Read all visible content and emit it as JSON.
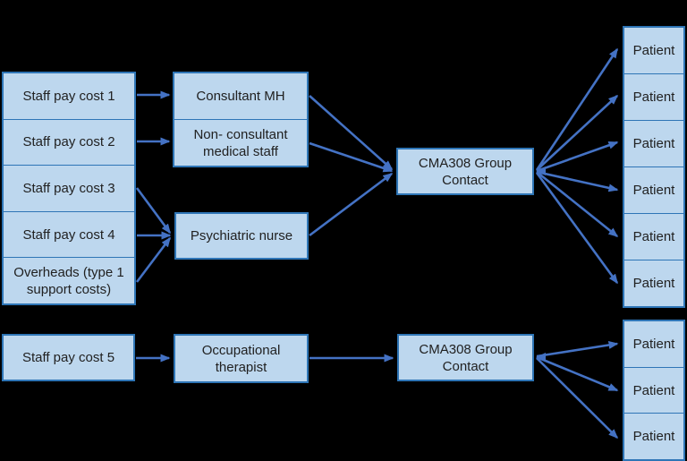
{
  "colors": {
    "background": "#000000",
    "node_fill": "#BDD7EE",
    "node_border": "#2E75B6",
    "arrow": "#4472C4",
    "text": "#212121"
  },
  "nodes": {
    "staff_costs": [
      "Staff pay cost 1",
      "Staff pay cost 2",
      "Staff pay cost 3",
      "Staff pay cost 4",
      "Overheads (type 1 support costs)"
    ],
    "staff_cost_5": "Staff pay cost 5",
    "roles": {
      "consultant": "Consultant MH",
      "non_consultant": "Non- consultant medical staff",
      "psych_nurse": "Psychiatric nurse",
      "occupational": "Occupational therapist"
    },
    "contact_top": "CMA308 Group Contact",
    "contact_bottom": "CMA308 Group Contact",
    "patients_top": [
      "Patient",
      "Patient",
      "Patient",
      "Patient",
      "Patient",
      "Patient"
    ],
    "patients_bottom": [
      "Patient",
      "Patient",
      "Patient"
    ]
  },
  "edges": [
    {
      "from": "Staff pay cost 1",
      "to": "Consultant MH"
    },
    {
      "from": "Staff pay cost 2",
      "to": "Non- consultant medical staff"
    },
    {
      "from": "Staff pay cost 3",
      "to": "Psychiatric nurse"
    },
    {
      "from": "Staff pay cost 4",
      "to": "Psychiatric nurse"
    },
    {
      "from": "Overheads (type 1 support costs)",
      "to": "Psychiatric nurse"
    },
    {
      "from": "Consultant MH",
      "to": "CMA308 Group Contact (top)"
    },
    {
      "from": "Non- consultant medical staff",
      "to": "CMA308 Group Contact (top)"
    },
    {
      "from": "Psychiatric nurse",
      "to": "CMA308 Group Contact (top)"
    },
    {
      "from": "CMA308 Group Contact (top)",
      "to": "Patient (top 1)"
    },
    {
      "from": "CMA308 Group Contact (top)",
      "to": "Patient (top 2)"
    },
    {
      "from": "CMA308 Group Contact (top)",
      "to": "Patient (top 3)"
    },
    {
      "from": "CMA308 Group Contact (top)",
      "to": "Patient (top 4)"
    },
    {
      "from": "CMA308 Group Contact (top)",
      "to": "Patient (top 5)"
    },
    {
      "from": "CMA308 Group Contact (top)",
      "to": "Patient (top 6)"
    },
    {
      "from": "Staff pay cost 5",
      "to": "Occupational therapist"
    },
    {
      "from": "Occupational therapist",
      "to": "CMA308 Group Contact (bottom)"
    },
    {
      "from": "CMA308 Group Contact (bottom)",
      "to": "Patient (bottom 1)"
    },
    {
      "from": "CMA308 Group Contact (bottom)",
      "to": "Patient (bottom 2)"
    },
    {
      "from": "CMA308 Group Contact (bottom)",
      "to": "Patient (bottom 3)"
    }
  ]
}
